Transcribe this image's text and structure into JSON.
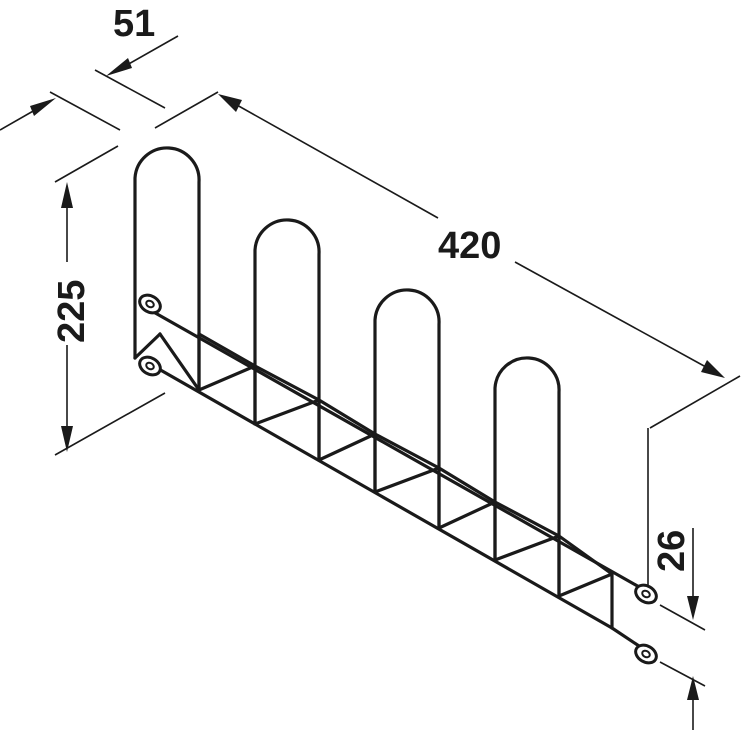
{
  "diagram": {
    "dimensions": {
      "depth": "51",
      "length": "420",
      "height": "225",
      "rail_offset": "26"
    },
    "colors": {
      "line": "#1a1a1a",
      "background": "#ffffff"
    }
  }
}
